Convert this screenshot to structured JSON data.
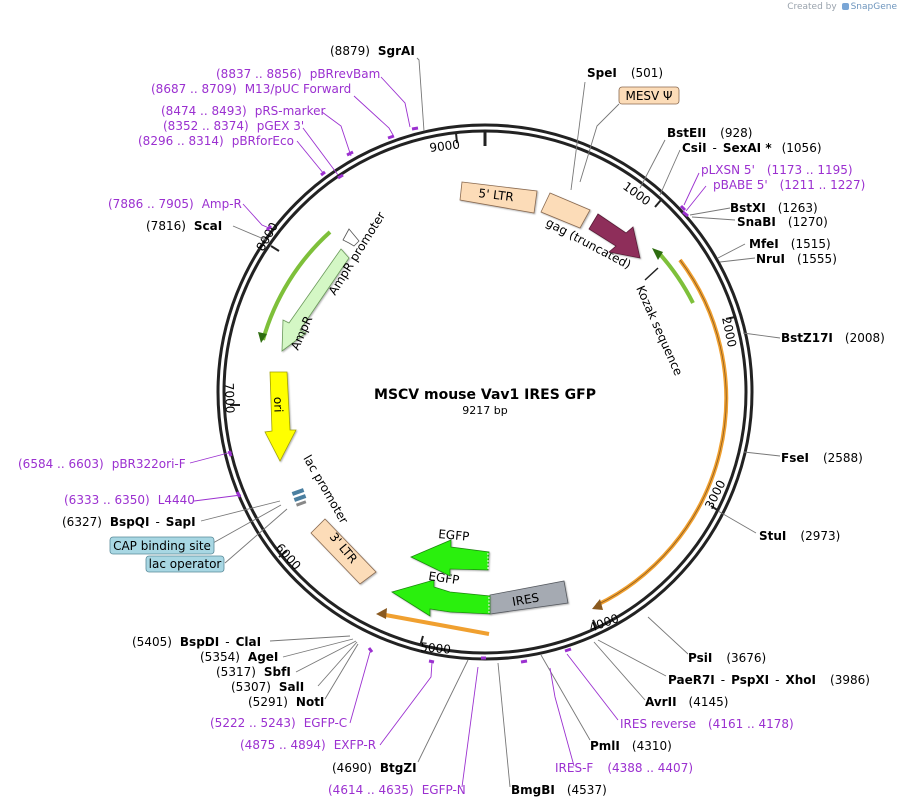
{
  "credit": {
    "prefix": "Created by",
    "brand": "SnapGene"
  },
  "title": "MSCV mouse Vav1 IRES GFP",
  "length": "9217 bp",
  "ticks": [
    "9000",
    "1000",
    "2000",
    "3000",
    "4000",
    "5000",
    "6000",
    "7000",
    "8000"
  ],
  "features": {
    "ltr5": "5' LTR",
    "gag": "gag (truncated)",
    "kozak": "Kozak sequence",
    "ampr_promoter": "AmpR promoter",
    "ampr": "AmpR",
    "ori": "ori",
    "lac_promoter": "lac promoter",
    "ltr3": "3' LTR",
    "egfp1": "EGFP",
    "egfp2": "EGFP",
    "ires": "IRES",
    "mesv": "MESV Ψ",
    "cap": "CAP binding site",
    "lacop": "lac operator"
  },
  "sites": {
    "sgrai": {
      "name": "SgrAI",
      "pos": "(8879)"
    },
    "spei": {
      "name": "SpeI",
      "pos": "(501)"
    },
    "bsteii": {
      "name": "BstEII",
      "pos": "(928)"
    },
    "csii": {
      "name": "CsiI",
      "sep": "-",
      "name2": "SexAI *",
      "pos": "(1056)"
    },
    "bstxi": {
      "name": "BstXI",
      "pos": "(1263)"
    },
    "snabi": {
      "name": "SnaBI",
      "pos": "(1270)"
    },
    "mfei": {
      "name": "MfeI",
      "pos": "(1515)"
    },
    "frui": {
      "name": "NruI",
      "pos": "(1555)"
    },
    "bstz17i": {
      "name": "BstZ17I",
      "pos": "(2008)"
    },
    "fsei": {
      "name": "FseI",
      "pos": "(2588)"
    },
    "stui": {
      "name": "StuI",
      "pos": "(2973)"
    },
    "psii": {
      "name": "PsiI",
      "pos": "(3676)"
    },
    "paer7i": {
      "name": "PaeR7I",
      "sep": "-",
      "name2": "PspXI",
      "sep2": "-",
      "name3": "XhoI",
      "pos": "(3986)"
    },
    "avrii": {
      "name": "AvrII",
      "pos": "(4145)"
    },
    "pmli": {
      "name": "PmlI",
      "pos": "(4310)"
    },
    "bmgbi": {
      "name": "BmgBI",
      "pos": "(4537)"
    },
    "btgzi": {
      "name": "BtgZI",
      "pos": "(4690)"
    },
    "noti": {
      "name": "NotI",
      "pos": "(5291)"
    },
    "sali": {
      "name": "SalI",
      "pos": "(5307)"
    },
    "sbfi": {
      "name": "SbfI",
      "pos": "(5317)"
    },
    "agei": {
      "name": "AgeI",
      "pos": "(5354)"
    },
    "bspdi": {
      "name": "BspDI",
      "sep": "-",
      "name2": "ClaI",
      "pos": "(5405)"
    },
    "bspqi": {
      "name": "BspQI",
      "sep": "-",
      "name2": "SapI",
      "pos": "(6327)"
    },
    "scai": {
      "name": "ScaI",
      "pos": "(7816)"
    }
  },
  "primers": {
    "pbrrevbam": {
      "range": "(8837 .. 8856)",
      "name": "pBRrevBam"
    },
    "m13": {
      "range": "(8687 .. 8709)",
      "name": "M13/pUC Forward"
    },
    "prs": {
      "range": "(8474 .. 8493)",
      "name": "pRS-marker"
    },
    "pgex": {
      "range": "(8352 .. 8374)",
      "name": "pGEX 3'"
    },
    "pbrforeco": {
      "range": "(8296 .. 8314)",
      "name": "pBRforEco"
    },
    "ampr": {
      "range": "(7886 .. 7905)",
      "name": "Amp-R"
    },
    "plxsn": {
      "name": "pLXSN 5'",
      "range": "(1173 .. 1195)"
    },
    "pbabe": {
      "name": "pBABE 5'",
      "range": "(1211 .. 1227)"
    },
    "iresrev": {
      "name": "IRES reverse",
      "range": "(4161 .. 4178)"
    },
    "iresf": {
      "name": "IRES-F",
      "range": "(4388 .. 4407)"
    },
    "egfpn": {
      "range": "(4614 .. 4635)",
      "name": "EGFP-N"
    },
    "exfpr": {
      "range": "(4875 .. 4894)",
      "name": "EXFP-R"
    },
    "egfpc": {
      "range": "(5222 .. 5243)",
      "name": "EGFP-C"
    },
    "pbr322": {
      "range": "(6584 .. 6603)",
      "name": "pBR322ori-F"
    },
    "l4440": {
      "range": "(6333 .. 6350)",
      "name": "L4440"
    }
  },
  "colors": {
    "ring": "#222222",
    "site_line": "#777777",
    "primer": "#9b30d0",
    "ltr": "#fcdcb8",
    "gag": "#8e2e5a",
    "orf_line": "#f0a030",
    "green_line": "#7ec03a",
    "ampr_promoter": "#d4f7c5",
    "ampr": "#d4f7c5",
    "ori": "#ffff00",
    "egfp": "#2af00a",
    "ires": "#a5aab2",
    "mesv": "#fcdcb8",
    "bind": "#a8d7e3"
  }
}
